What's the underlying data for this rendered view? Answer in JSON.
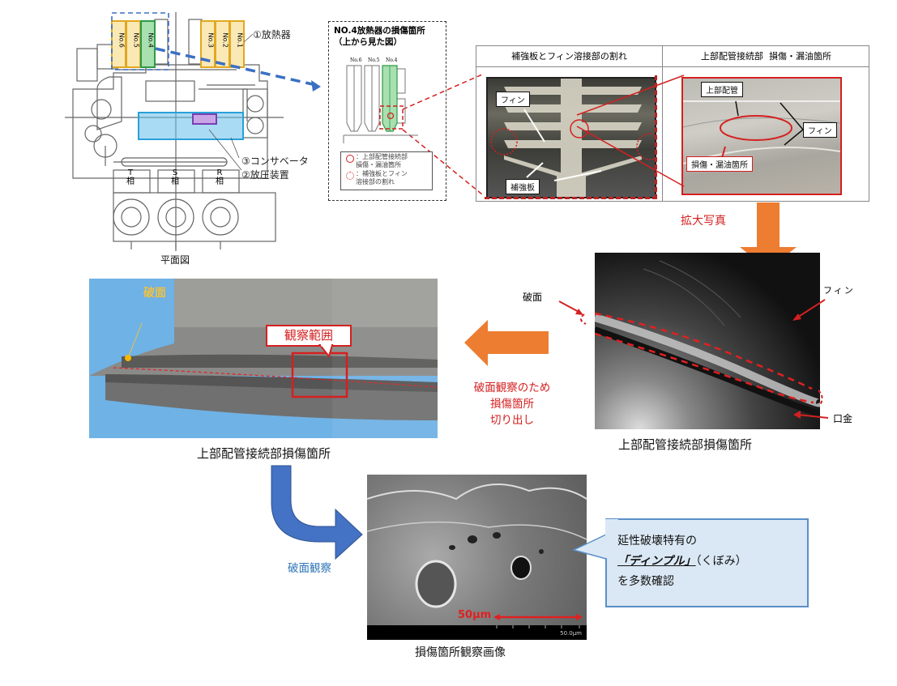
{
  "plan_view": {
    "caption": "平面図",
    "radiator_label": "①放熱器",
    "pressure_relief_label": "②放圧装置",
    "conservator_label": "③コンサベータ",
    "radiators": [
      "No.6",
      "No.5",
      "No.4",
      "No.3",
      "No.2",
      "No.1"
    ],
    "highlighted_radiator": "No.4",
    "phases": [
      "T\n相",
      "S\n相",
      "R\n相"
    ],
    "colors": {
      "radiator": "#f5d77a",
      "radiator_border": "#e0a820",
      "highlight": "#7fd08c",
      "conservator": "#8fd3f0",
      "selection_box": "#3a6fc4"
    }
  },
  "detail_view": {
    "title_line1": "NO.4放熱器の損傷箇所",
    "title_line2": "（上から見た図）",
    "radiators": [
      "No.6",
      "No.5",
      "No.4"
    ],
    "legend": [
      {
        "symbol": "solid-circle",
        "text": "：上部配管接続部\n損傷・漏油箇所"
      },
      {
        "symbol": "dotted-circle",
        "text": "：補強板とフィン\n溶接部の割れ"
      }
    ]
  },
  "photo_table": {
    "col1_header": "補強板とフィン溶接部の割れ",
    "col2_header": "上部配管接続部  損傷・漏油箇所",
    "col1_labels": {
      "fin": "フィン",
      "plate": "補強板"
    },
    "col2_labels": {
      "pipe": "上部配管",
      "fin": "フィン",
      "damage": "損傷・漏油箇所"
    }
  },
  "enlarge_arrow": {
    "label": "拡大写真",
    "color": "#ed7d31"
  },
  "closeup_photo": {
    "caption": "上部配管接続部損傷箇所",
    "labels": {
      "fracture": "破面",
      "fin": "フィン",
      "cap": "口金"
    }
  },
  "cut_arrow": {
    "label_lines": [
      "破面観察のため",
      "損傷箇所",
      "切り出し"
    ],
    "color": "#ed7d31"
  },
  "specimen_photo": {
    "caption": "上部配管接続部損傷箇所",
    "fracture_label": "破面",
    "range_label": "観察範囲"
  },
  "observe_arrow": {
    "label": "破面観察",
    "color": "#4472c4"
  },
  "sem_image": {
    "caption": "損傷箇所観察画像",
    "scale_label": "50μm",
    "scale_bar_text": "50.0μm"
  },
  "callout": {
    "line1": "延性破壊特有の",
    "line2_emph": "「ディンプル」",
    "line2_rest": "（くぼみ）",
    "line3": "を多数確認",
    "bg_color": "#dae8f5",
    "border_color": "#5b8fc7"
  }
}
